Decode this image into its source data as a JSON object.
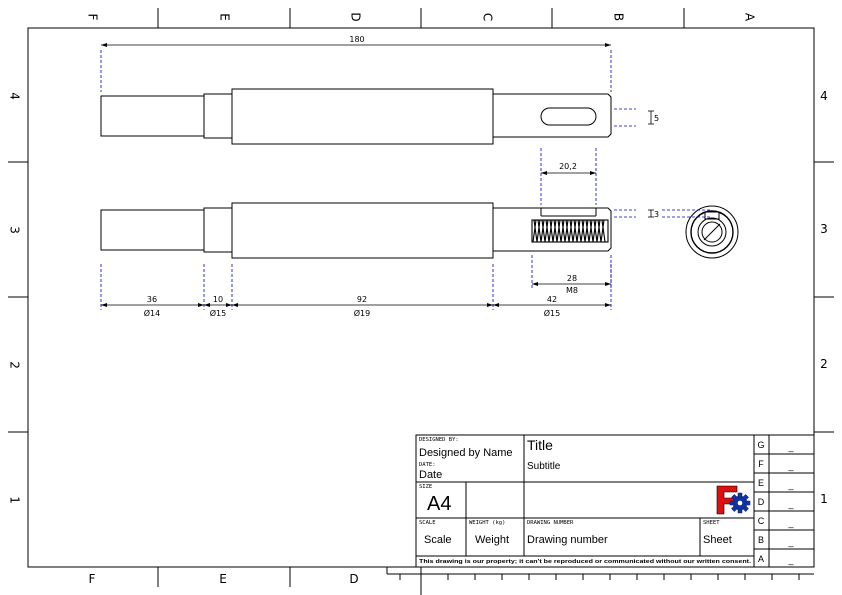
{
  "frame": {
    "top_columns": [
      "F",
      "E",
      "D",
      "C",
      "B",
      "A"
    ],
    "bottom_columns": [
      "F",
      "E",
      "D"
    ],
    "left_rows": [
      "4",
      "3",
      "2",
      "1"
    ],
    "right_rows": [
      "4",
      "3",
      "2",
      "1"
    ]
  },
  "dimensions": {
    "overall_length": "180",
    "keyway_width": "5",
    "keyway_length": "20,2",
    "thread_offset": "3",
    "thread_length": "28",
    "thread_spec": "M8",
    "seg1_length": "36",
    "seg1_diameter": "Ø14",
    "seg2_length": "10",
    "seg2_diameter": "Ø15",
    "seg3_length": "92",
    "seg3_diameter": "Ø19",
    "seg4_length": "42",
    "seg4_diameter": "Ø15"
  },
  "title_block": {
    "designed_by_label": "DESIGNED BY:",
    "designed_by": "Designed by Name",
    "date_label": "DATE:",
    "date": "Date",
    "title": "Title",
    "subtitle": "Subtitle",
    "size_label": "SIZE",
    "size": "A4",
    "scale_label": "SCALE",
    "scale": "Scale",
    "weight_label": "WEIGHT (kg)",
    "weight": "Weight",
    "drawing_number_label": "DRAWING NUMBER",
    "drawing_number": "Drawing number",
    "sheet_label": "SHEET",
    "sheet": "Sheet",
    "disclaimer": "This drawing is our property; it can't be reproduced or communicated without our written consent.",
    "revisions": [
      {
        "letter": "G",
        "value": "_"
      },
      {
        "letter": "F",
        "value": "_"
      },
      {
        "letter": "E",
        "value": "_"
      },
      {
        "letter": "D",
        "value": "_"
      },
      {
        "letter": "C",
        "value": "_"
      },
      {
        "letter": "B",
        "value": "_"
      },
      {
        "letter": "A",
        "value": "_"
      }
    ]
  },
  "colors": {
    "line": "#000000",
    "construction": "#0000cc",
    "logo_red": "#dd1111",
    "logo_blue": "#1133aa"
  }
}
